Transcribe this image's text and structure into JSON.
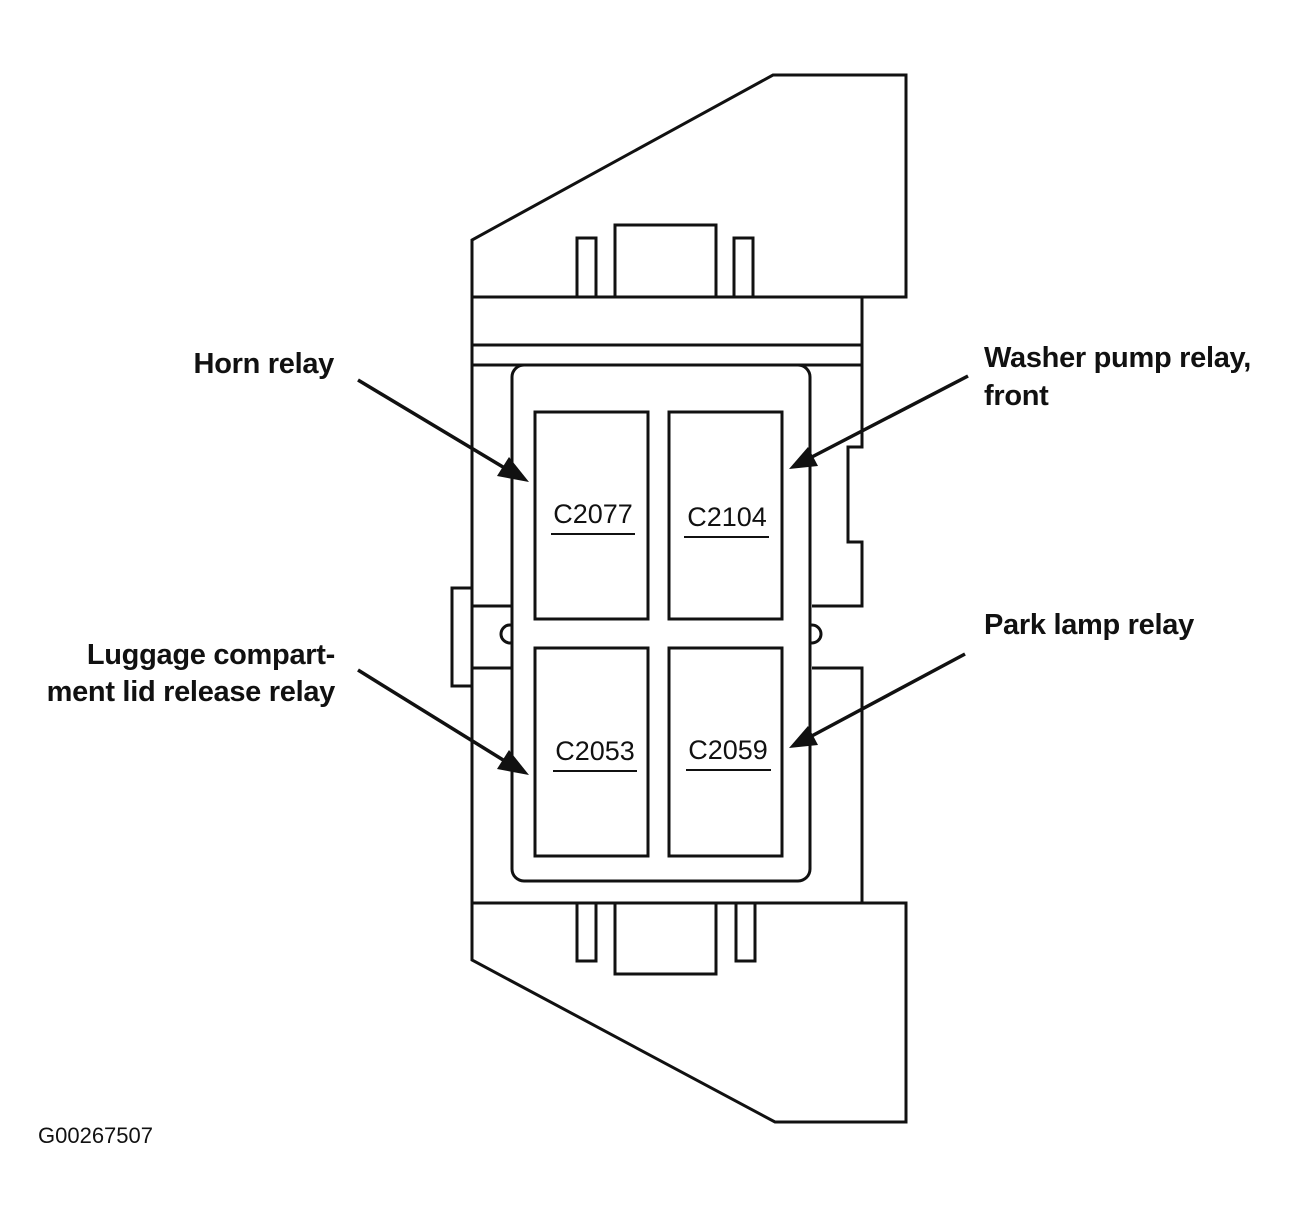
{
  "callouts": {
    "horn": "Horn relay",
    "washer_line1": "Washer pump relay,",
    "washer_line2": "front",
    "luggage_line1": "Luggage compart-",
    "luggage_line2": "ment lid release relay",
    "park": "Park lamp relay"
  },
  "relays": {
    "top_left": "C2077",
    "top_right": "C2104",
    "bottom_left": "C2053",
    "bottom_right": "C2059"
  },
  "figure_id": "G00267507"
}
